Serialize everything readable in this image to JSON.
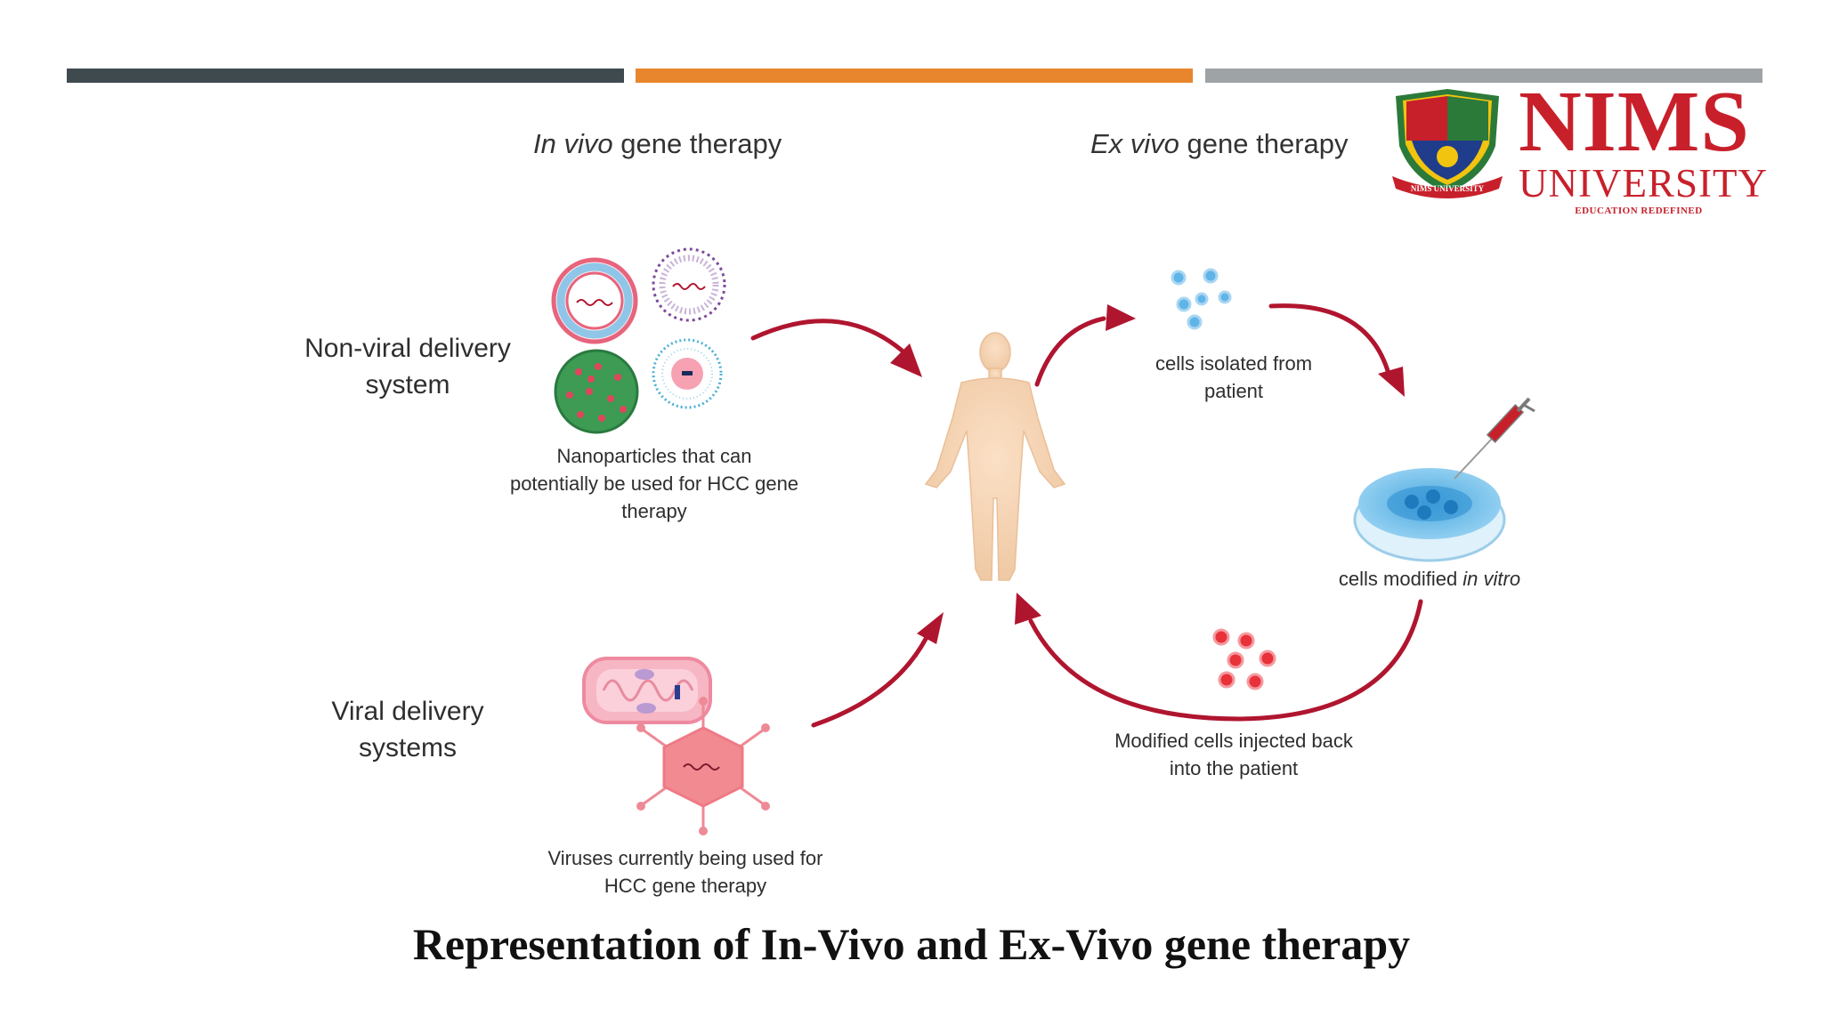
{
  "headings": {
    "in_vivo_italic": "In  vivo",
    "in_vivo_rest": " gene therapy",
    "ex_vivo_italic": "Ex  vivo",
    "ex_vivo_rest": " gene therapy"
  },
  "left_labels": {
    "non_viral_line1": "Non-viral delivery",
    "non_viral_line2": "system",
    "viral_line1": "Viral delivery",
    "viral_line2": "systems"
  },
  "captions": {
    "nanoparticles_line1": "Nanoparticles that can",
    "nanoparticles_line2": "potentially be used for HCC gene",
    "nanoparticles_line3": "therapy",
    "viruses_line1": "Viruses currently being used for",
    "viruses_line2": "HCC gene therapy",
    "cells_isolated_line1": "cells isolated from",
    "cells_isolated_line2": "patient",
    "cells_modified": "cells modified ",
    "cells_modified_italic": "in vitro",
    "injected_line1": "Modified cells injected back",
    "injected_line2": "into the patient"
  },
  "figure_caption": "Representation of In-Vivo and Ex-Vivo gene therapy",
  "logo": {
    "name": "NIMS",
    "sub": "UNIVERSITY",
    "tagline": "EDUCATION REDEFINED",
    "crest_banner": "NIMS UNIVERSITY"
  },
  "colors": {
    "bar_dark": "#3f4a4f",
    "bar_orange": "#e8862d",
    "bar_gray": "#9ea3a6",
    "arrow_red": "#b0152f",
    "logo_red": "#c8202b"
  },
  "icons": [
    "human-figure-icon",
    "liposome-icon",
    "micelle-icon",
    "polymer-nanoparticle-icon",
    "dendrimer-icon",
    "bacterium-icon",
    "virus-icon",
    "petri-dish-icon",
    "syringe-icon",
    "blue-cells-icon",
    "red-cells-icon"
  ]
}
